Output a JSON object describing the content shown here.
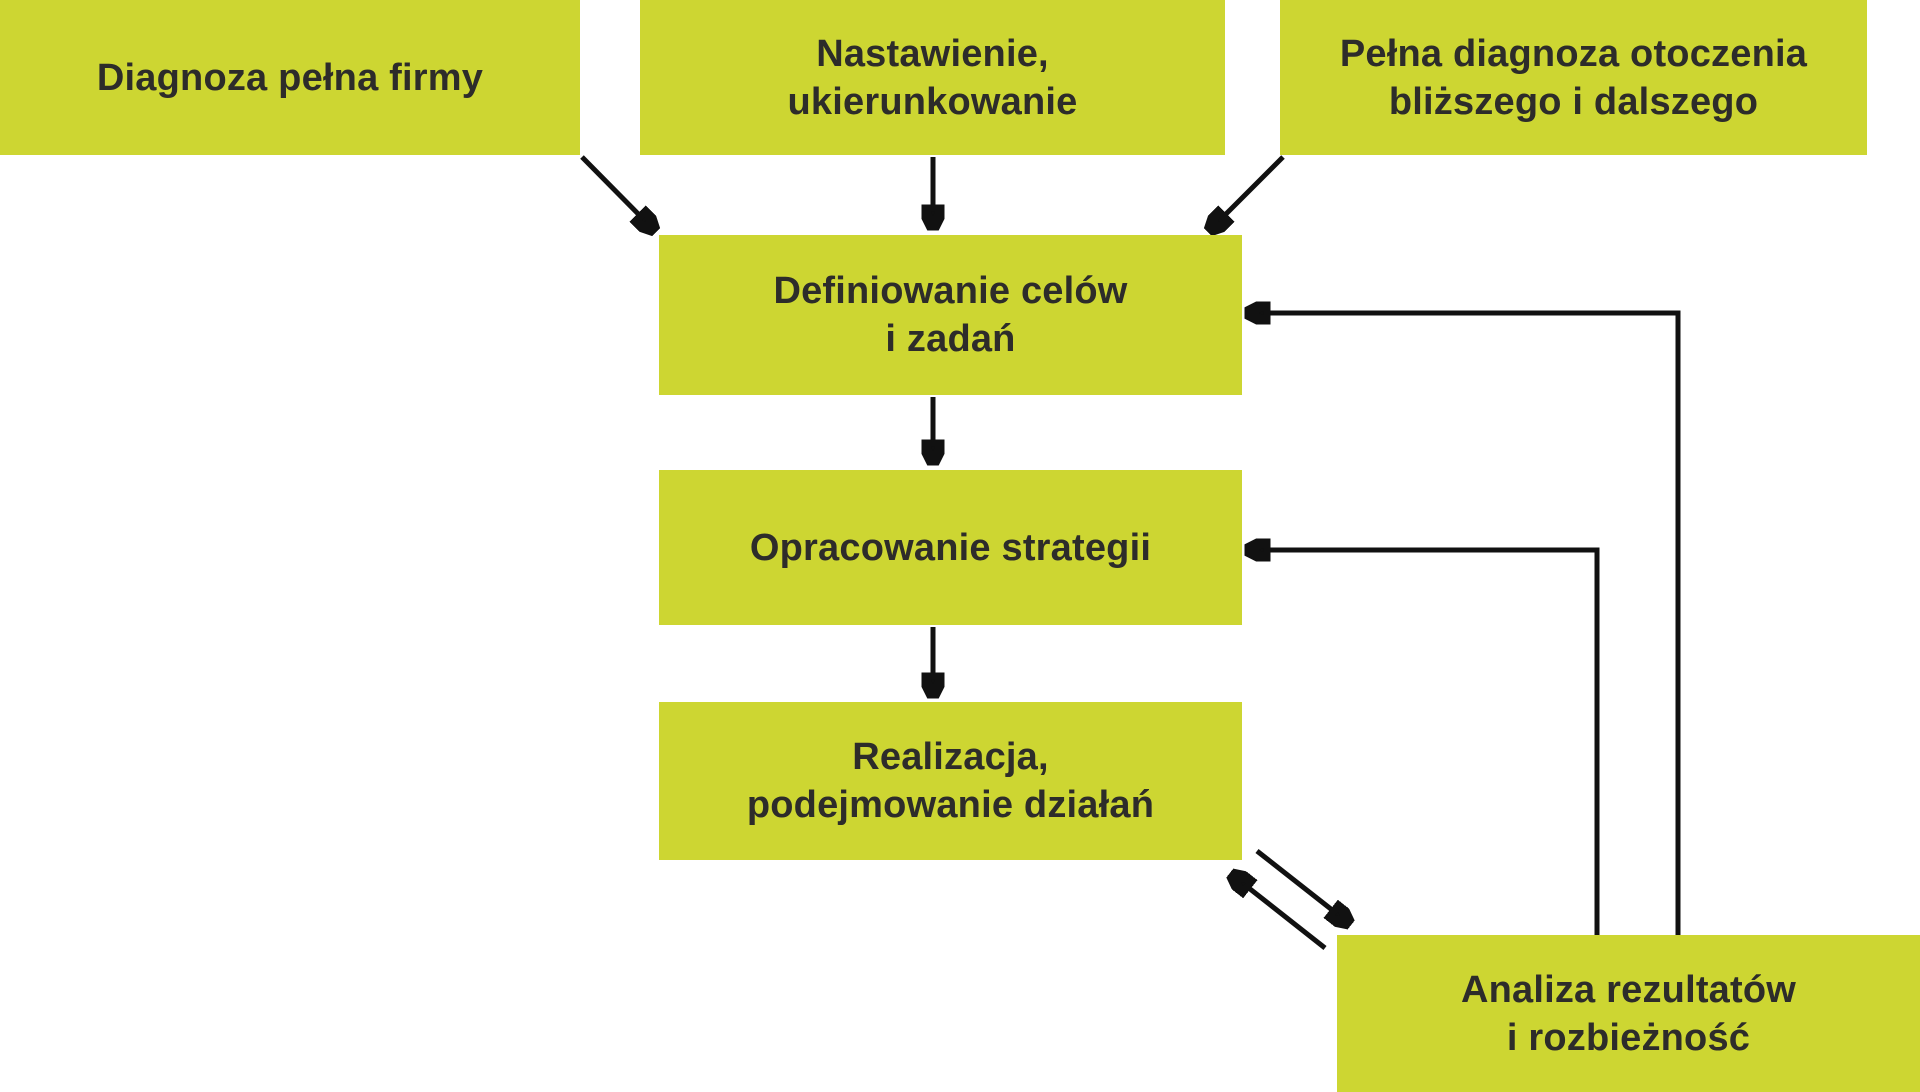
{
  "diagram": {
    "boxes": [
      {
        "id": "diagnoza-pelna-firmy",
        "label": "Diagnoza pełna firmy"
      },
      {
        "id": "nastawienie-ukierunkowanie",
        "label": "Nastawienie,\nukierunkowanie"
      },
      {
        "id": "pelna-diagnoza-otoczenia",
        "label": "Pełna diagnoza otoczenia\nbliższego i dalszego"
      },
      {
        "id": "definiowanie-celow",
        "label": "Definiowanie celów\ni zadań"
      },
      {
        "id": "opracowanie-strategii",
        "label": "Opracowanie strategii"
      },
      {
        "id": "realizacja",
        "label": "Realizacja,\npodejmowanie działań"
      },
      {
        "id": "analiza-rezultatow",
        "label": "Analiza rezultatów\ni rozbieżność"
      }
    ],
    "connections": [
      {
        "from": "diagnoza-pelna-firmy",
        "to": "definiowanie-celow"
      },
      {
        "from": "nastawienie-ukierunkowanie",
        "to": "definiowanie-celow"
      },
      {
        "from": "pelna-diagnoza-otoczenia",
        "to": "definiowanie-celow"
      },
      {
        "from": "definiowanie-celow",
        "to": "opracowanie-strategii"
      },
      {
        "from": "opracowanie-strategii",
        "to": "realizacja"
      },
      {
        "from": "realizacja",
        "to": "analiza-rezultatow"
      },
      {
        "from": "analiza-rezultatow",
        "to": "realizacja"
      },
      {
        "from": "analiza-rezultatow",
        "to": "definiowanie-celow"
      },
      {
        "from": "analiza-rezultatow",
        "to": "opracowanie-strategii"
      }
    ]
  },
  "colors": {
    "box-fill": "#cdd632",
    "box-text": "#2d2c2a",
    "arrow": "#111111"
  }
}
